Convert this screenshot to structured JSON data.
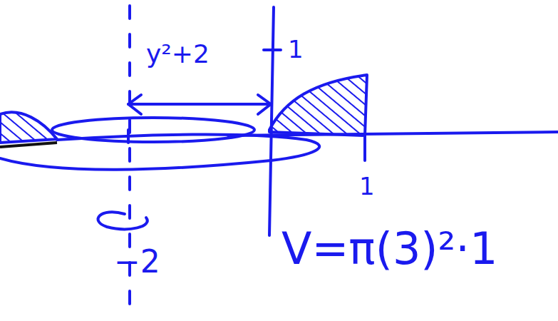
{
  "diagram": {
    "labels": [
      "y²+2",
      "1",
      "1",
      "−2",
      "V=π(3)²·1"
    ]
  }
}
